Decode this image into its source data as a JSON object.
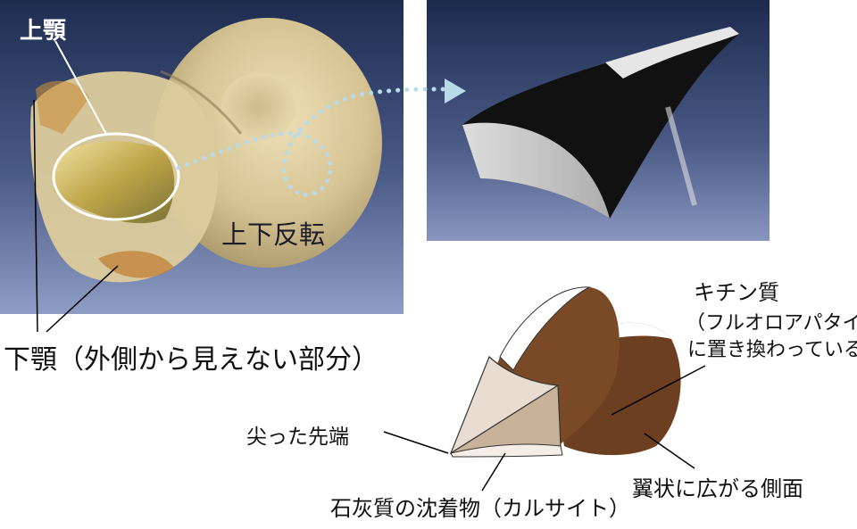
{
  "labels": {
    "upper_jaw": "上顎",
    "flip": "上下反転",
    "lower_jaw": "下顎（外側から見えない部分）",
    "chitin_line1": "キチン質",
    "chitin_line2": "（フルオロアパタイト",
    "chitin_line3": "に置き換わっている）",
    "tip": "尖った先端",
    "calcite": "石灰質の沈着物（カルサイト）",
    "wing": "翼状に広がる側面"
  },
  "colors": {
    "panel_bg_top": "#1e2c50",
    "panel_bg_bottom": "#8e9dc4",
    "shell": "#d8c79a",
    "jaw_gold": "#c9a23a",
    "dotted_arrow": "#b9dbe8",
    "cone_brown": "#6b3f1f",
    "cone_edge": "#ffffff"
  }
}
